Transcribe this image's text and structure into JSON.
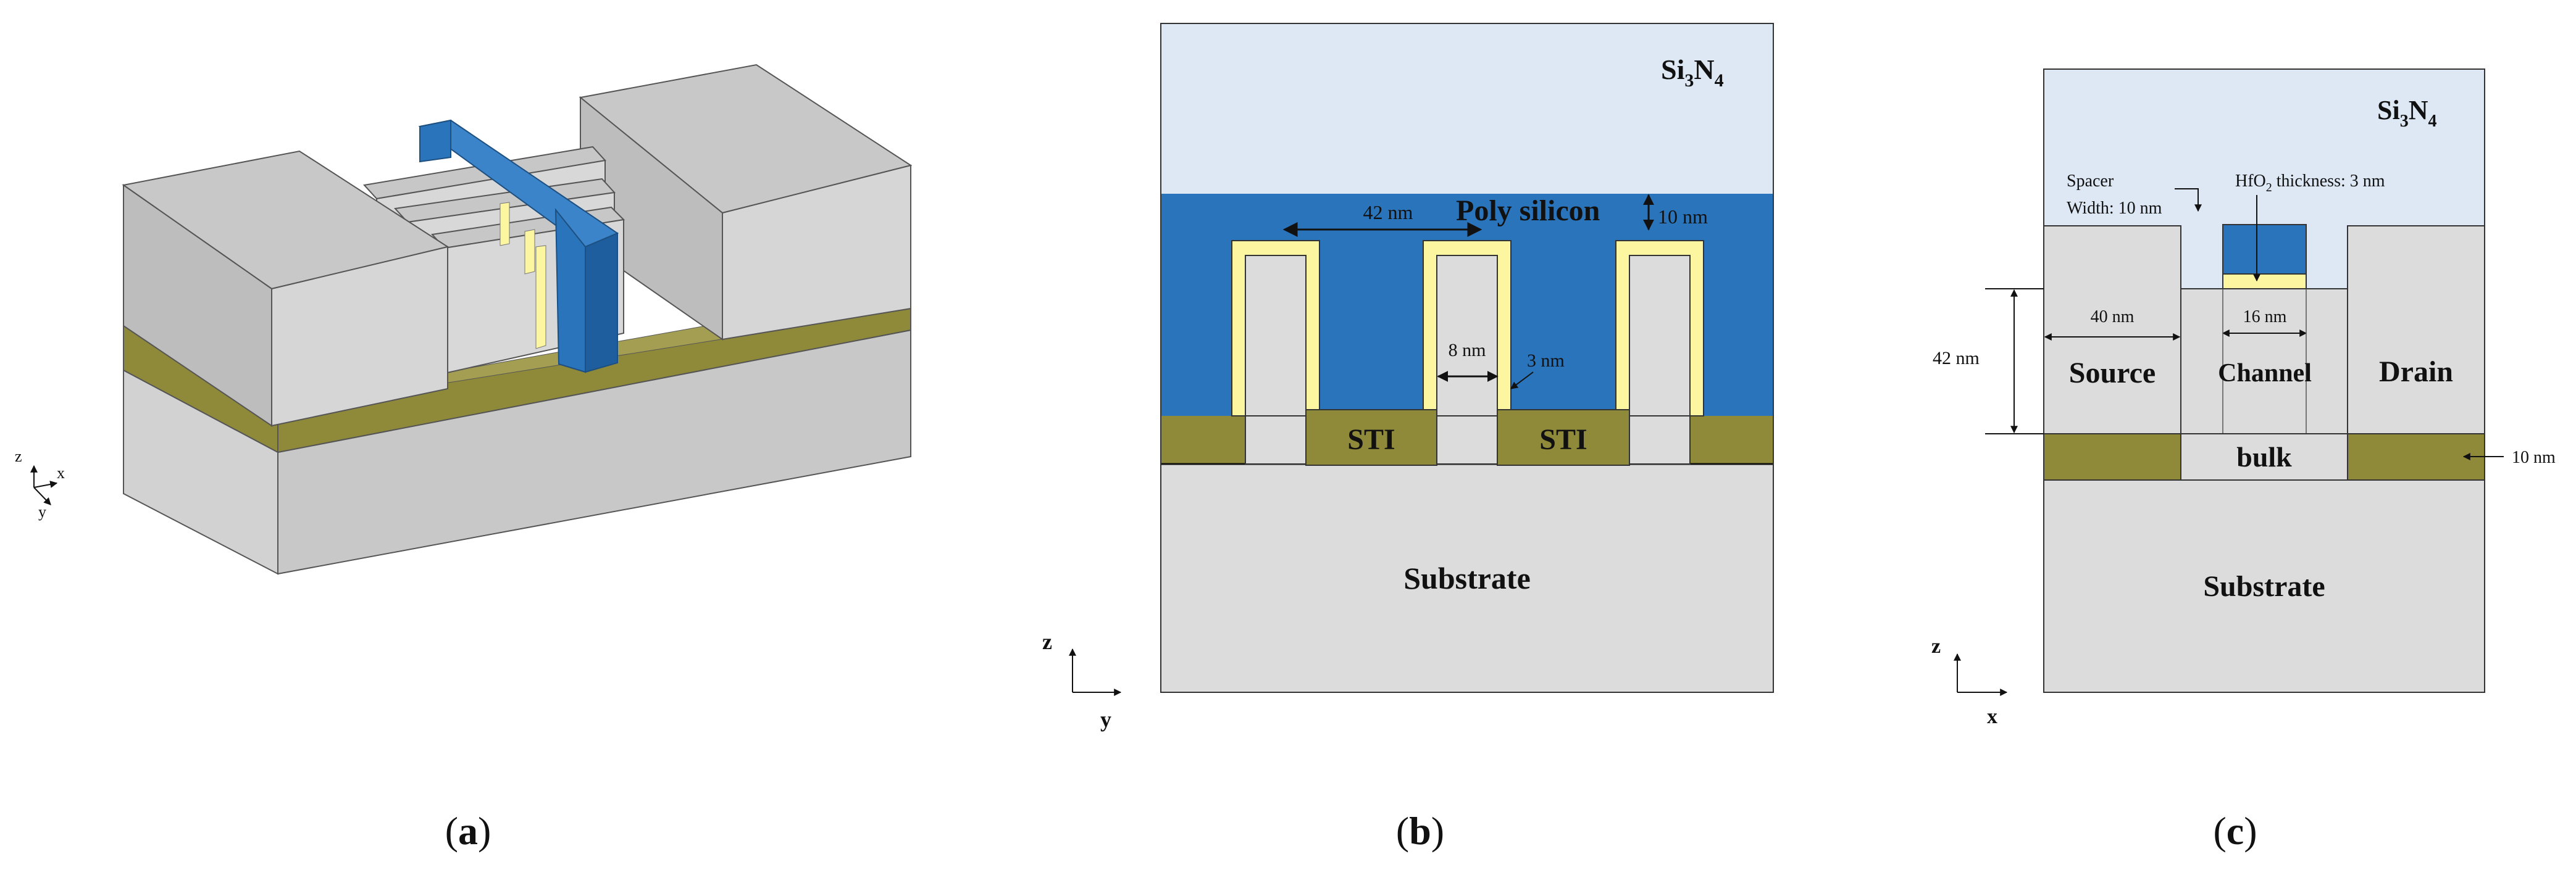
{
  "panels": {
    "a": {
      "caption_open": "(",
      "caption_letter": "a",
      "caption_close": ")",
      "axes": {
        "z": "z",
        "x": "x",
        "y": "y"
      }
    },
    "b": {
      "caption_open": "(",
      "caption_letter": "b",
      "caption_close": ")",
      "si3n4": {
        "base": "Si",
        "sub3": "3",
        "mid": "N",
        "sub4": "4"
      },
      "poly_silicon": "Poly silicon",
      "dim_pitch": "42 nm",
      "dim_poly": "10 nm",
      "dim_oxide": "3 nm",
      "dim_fin": "8 nm",
      "sti_left": "STI",
      "sti_right": "STI",
      "substrate": "Substrate",
      "axes": {
        "z": "z",
        "y": "y"
      }
    },
    "c": {
      "caption_open": "(",
      "caption_letter": "c",
      "caption_close": ")",
      "si3n4": {
        "base": "Si",
        "sub3": "3",
        "mid": "N",
        "sub4": "4"
      },
      "spacer_line1": "Spacer",
      "spacer_line2": "Width:  10 nm",
      "hfo2": {
        "pre": "HfO",
        "sub": "2",
        "post": " thickness:  3 nm"
      },
      "dim_source": "40 nm",
      "dim_channel": "16 nm",
      "dim_height": "42 nm",
      "dim_bulk": "10 nm",
      "source": "Source",
      "channel": "Channel",
      "drain": "Drain",
      "bulk": "bulk",
      "substrate": "Substrate",
      "axes": {
        "z": "z",
        "x": "x"
      }
    }
  },
  "colors": {
    "gray": "#d4d4d4",
    "gray_light": "#dcdcdc",
    "blue": "#2a74bb",
    "olive": "#8f8a3a",
    "yellow": "#fdf6a0",
    "nitride": "#dde8f4"
  }
}
